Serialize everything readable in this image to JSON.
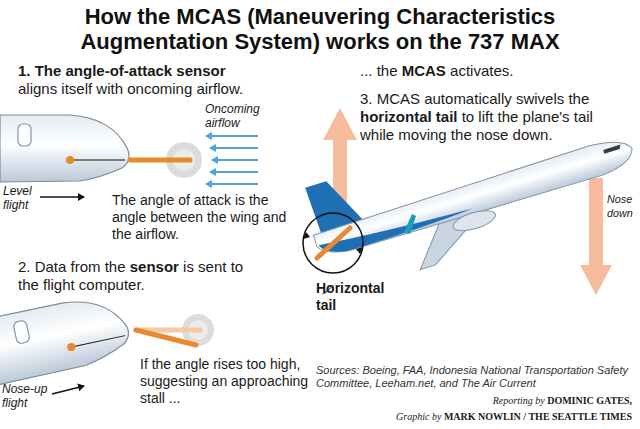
{
  "diagram": {
    "title": "How the MCAS (Maneuvering Characteristics Augmentation System) works on the 737 MAX",
    "labels": [
      "1. The angle-of-attack sensor",
      "aligns itself with oncoming airflow.",
      "Oncoming airflow",
      "Level flight",
      "The angle of attack is the angle between the wing and the airflow.",
      "2. Data from the",
      "sensor",
      "is sent to the flight computer.",
      "Nose-up flight",
      "If the angle rises too high, suggesting an approaching stall ...",
      "... the",
      "MCAS",
      "activates.",
      "3. MCAS automatically swivels the",
      "horizontal tail",
      "to lift the plane's tail while moving the nose down.",
      "Nose down",
      "Horizontal tail",
      "Sources: Boeing, FAA, Indonesia National Transportation Safety Committee, Leeham.net, and The Air Current",
      "Reporting by",
      "DOMINIC GATES,",
      "Graphic by",
      "MARK NOWLIN / THE SEATTLE TIMES"
    ]
  }
}
